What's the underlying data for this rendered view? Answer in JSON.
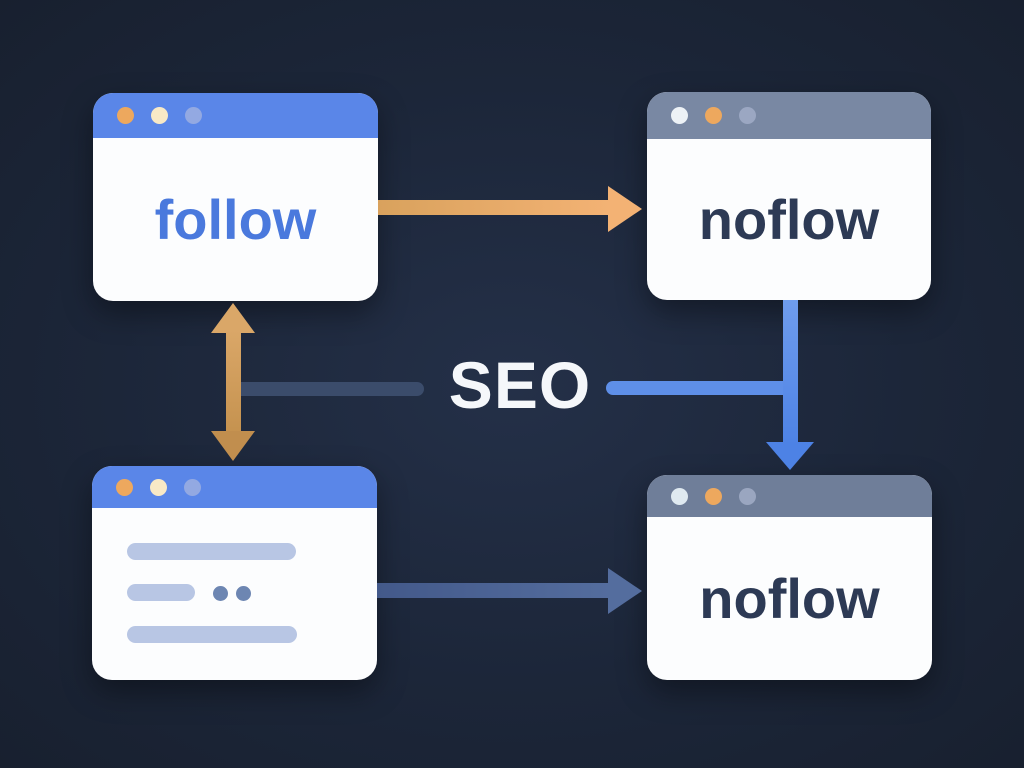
{
  "scene": {
    "center_label": "SEO",
    "background_color": "#1c2639"
  },
  "windows": {
    "follow": {
      "label": "follow",
      "label_color": "#4a79dd",
      "titlebar_color": "#5a86e8",
      "dot_colors": [
        "#eda85e",
        "#f8e9c6",
        "#93a9e2"
      ]
    },
    "noflow_top": {
      "label": "noflow",
      "label_color": "#2d3a55",
      "titlebar_color": "#7988a3",
      "dot_colors": [
        "#edf2f6",
        "#eda85e",
        "#9ba7c2"
      ]
    },
    "content": {
      "label": "",
      "titlebar_color": "#5a86e8",
      "dot_colors": [
        "#eda85e",
        "#f8e9c6",
        "#93a9e2"
      ],
      "skeleton": {
        "bar_color": "#b8c6e4",
        "dot_color": "#6d86b2",
        "rows": [
          "long-bar",
          "short-bar-with-two-dots",
          "long-bar"
        ]
      }
    },
    "noflow_bottom": {
      "label": "noflow",
      "label_color": "#2d3a55",
      "titlebar_color": "#6f7e99",
      "dot_colors": [
        "#dfe9f0",
        "#eda85e",
        "#9aa6c0"
      ]
    }
  },
  "connectors": {
    "follow_to_noflow_arrow": {
      "direction": "right",
      "color": "#f3b274"
    },
    "follow_content_double_arrow": {
      "direction": "vertical-both",
      "color": "#cd9b5e"
    },
    "content_to_noflow_arrow": {
      "direction": "right",
      "color": "#546d9e"
    },
    "noflow_down_arrow": {
      "direction": "down",
      "color": "#4d82e5"
    },
    "seo_left_line_color": "#3b4c6b",
    "seo_right_line_color": "#5e8fe8"
  }
}
